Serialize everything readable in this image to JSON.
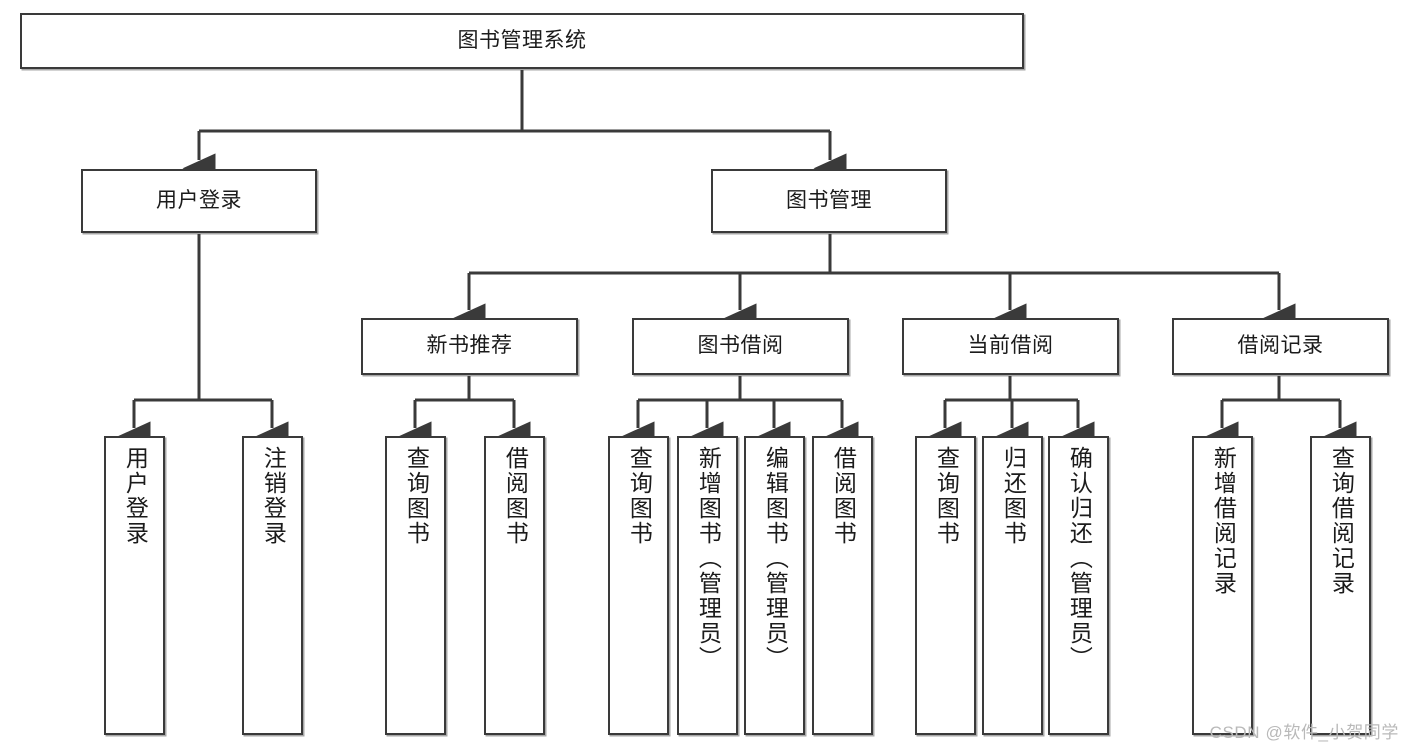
{
  "diagram": {
    "title": "图书管理系统",
    "type": "tree-hierarchy",
    "root": {
      "label": "图书管理系统"
    },
    "level2": [
      {
        "label": "用户登录"
      },
      {
        "label": "图书管理"
      }
    ],
    "level3": [
      {
        "label": "新书推荐"
      },
      {
        "label": "图书借阅"
      },
      {
        "label": "当前借阅"
      },
      {
        "label": "借阅记录"
      }
    ],
    "leaves": {
      "user_login": [
        {
          "label": "用户登录"
        },
        {
          "label": "注销登录"
        }
      ],
      "new_book_recommend": [
        {
          "label": "查询图书"
        },
        {
          "label": "借阅图书"
        }
      ],
      "book_borrow": [
        {
          "label": "查询图书"
        },
        {
          "label": "新增图书（管理员）"
        },
        {
          "label": "编辑图书（管理员）"
        },
        {
          "label": "借阅图书"
        }
      ],
      "current_borrow": [
        {
          "label": "查询图书"
        },
        {
          "label": "归还图书"
        },
        {
          "label": "确认归还（管理员）"
        }
      ],
      "borrow_record": [
        {
          "label": "新增借阅记录"
        },
        {
          "label": "查询借阅记录"
        }
      ]
    },
    "watermark": "CSDN @软件_小贺同学",
    "colors": {
      "stroke": "#3a3a3a",
      "text": "#1b1b1b",
      "background": "#ffffff",
      "watermark": "#b9b9b9"
    }
  }
}
